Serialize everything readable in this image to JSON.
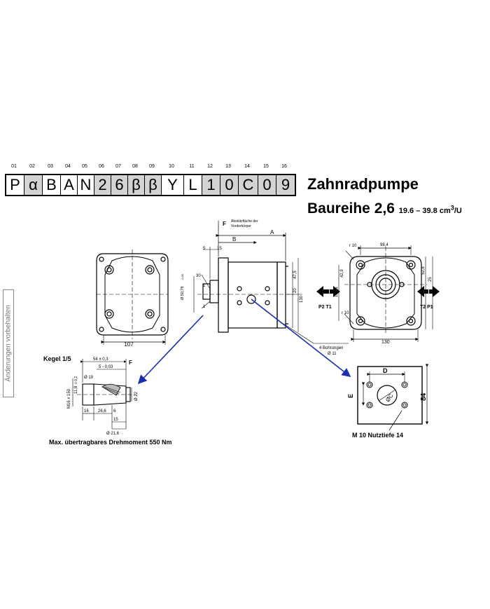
{
  "code": {
    "positions": [
      "01",
      "02",
      "03",
      "04",
      "05",
      "06",
      "07",
      "08",
      "09",
      "10",
      "11",
      "12",
      "13",
      "14",
      "15",
      "16"
    ],
    "cells": [
      {
        "text": "P",
        "shade": "white"
      },
      {
        "text": "α",
        "shade": "gray"
      },
      {
        "text": "B",
        "shade": "white"
      },
      {
        "text": "A",
        "shade": "white"
      },
      {
        "text": "N",
        "shade": "white"
      },
      {
        "text": "2",
        "shade": "gray"
      },
      {
        "text": "6",
        "shade": "gray"
      },
      {
        "text": "β",
        "shade": "gray"
      },
      {
        "text": "β",
        "shade": "gray"
      },
      {
        "text": "Y",
        "shade": "white"
      },
      {
        "text": "L",
        "shade": "white"
      },
      {
        "text": "1",
        "shade": "gray"
      },
      {
        "text": "0",
        "shade": "gray"
      },
      {
        "text": "C",
        "shade": "gray"
      },
      {
        "text": "0",
        "shade": "gray"
      },
      {
        "text": "9",
        "shade": "gray"
      }
    ]
  },
  "title": "Zahnradpumpe",
  "series_label": "Baureihe 2,6",
  "displacement": "19.6 – 39.8 cm",
  "displacement_unit_sup": "3",
  "displacement_unit_tail": "/U",
  "sidebar_text": "Änderungen vorbehalten",
  "colors": {
    "code_gray": "#d3d3d3",
    "arrow_blue": "#1a2fb0",
    "sidebar_border": "#888888"
  },
  "front_view": {
    "dim_width": "107"
  },
  "side_view": {
    "note_line1": "Abstützfläche der",
    "note_line2": "Vorderkörper",
    "dim_F": "F",
    "dim_A": "A",
    "dim_B": "B",
    "dim_5": "5",
    "dim_15": "15",
    "dim_30": "30",
    "dim_shaft": "Ø 50,78",
    "dim_shaft_tol": "-0,05",
    "dim_1a": "1",
    "dim_1b": "1",
    "dim_47_5": "47,5",
    "dim_20": "20",
    "dim_130": "130",
    "bolt_note": "4 Bohrungen",
    "bolt_dia": "Ø 11"
  },
  "rear_view": {
    "dim_r10_top": "r 10",
    "dim_98_4": "98,4",
    "dim_42_9": "42,9",
    "dim_128_1": "128,1",
    "dim_52_8": "52,8",
    "dim_25": "25",
    "dim_r10_side": "r 10",
    "dim_130": "130",
    "port_left": "P2 T1",
    "port_right": "T2 P1"
  },
  "shaft_detail": {
    "label": "Kegel 1/5",
    "dim_54": "54 ± 0,3",
    "dim_F": "F",
    "dim_5": "5 - 0,03",
    "dim_19": "Ø 19",
    "dim_thread": "M16 x 150",
    "dim_11_8": "11,8",
    "dim_02": "± 0,2",
    "dim_22": "Ø 22",
    "dim_16": "16",
    "dim_26_6": "26,6",
    "dim_6": "6",
    "dim_15": "15",
    "dim_21_6": "Ø 21,6",
    "torque": "Max. übertragbares Drehmoment 550 Nm"
  },
  "port_detail": {
    "dim_D": "D",
    "dim_E": "E",
    "dim_C": "ØC",
    "dim_84": "84",
    "caption": "M 10 Nutztiefe 14"
  }
}
